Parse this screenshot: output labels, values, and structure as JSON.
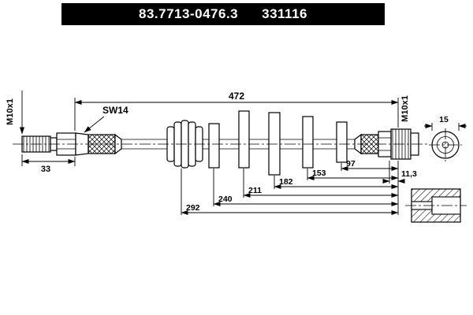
{
  "header": {
    "part_number": "83.7713-0476.3",
    "catalog_number": "331116"
  },
  "colors": {
    "header_bg": "#000000",
    "header_text": "#ffffff",
    "line": "#000000",
    "background": "#ffffff"
  },
  "dimensions": {
    "overall_length": "472",
    "wrench_size": "SW14",
    "thread_left": "M10x1",
    "thread_right": "M10x1",
    "left_fitting_length": "33",
    "pos_97": "97",
    "pos_153": "153",
    "pos_182": "182",
    "pos_211": "211",
    "pos_240": "240",
    "pos_292": "292",
    "fitting_depth": "11,3",
    "end_view_width": "15"
  }
}
